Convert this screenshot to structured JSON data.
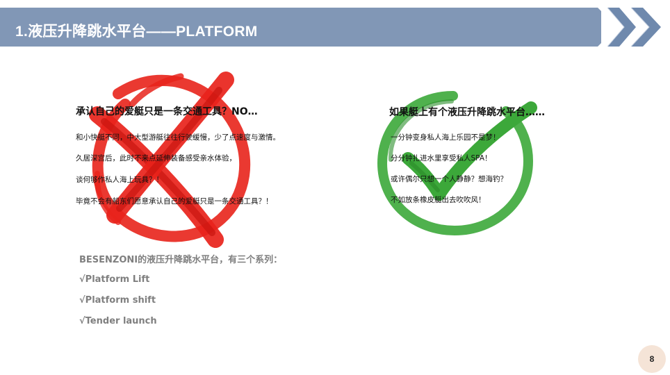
{
  "colors": {
    "header_bar": "#8197b6",
    "chevron": "#6f89ad",
    "cross": "#e8231b",
    "check": "#3ca83a",
    "series_text": "#7f7f7f",
    "page_badge": "#f5e4d7"
  },
  "header": {
    "title": "1.液压升降跳水平台——PLATFORM"
  },
  "left": {
    "heading": "承认自己的爱艇只是一条交通工具？NO…",
    "lines": [
      "和小快艇不同，中大型游艇往往行驶缓慢，少了点速度与激情。",
      "久居深宫后，此时不来点延伸装备感受亲水体验，",
      "谈何够作私人海上玩具？！",
      "毕竟不会有船东们愿意承认自己的爱艇只是一条交通工具？！"
    ]
  },
  "right": {
    "heading": "如果艇上有个液压升降跳水平台……",
    "lines": [
      "一分钟变身私人海上乐园不是梦！",
      "分分钟扎进水里享受私人SPA！",
      "或许偶尔只想一个人静静？想海钓？",
      "不如放条橡皮艇出去吹吹风！"
    ]
  },
  "series": {
    "intro": "BESENZONI的液压升降跳水平台，有三个系列：",
    "items": [
      "√Platform Lift",
      "√Platform shift",
      "√Tender launch"
    ]
  },
  "page_number": "8",
  "icons": {
    "chevrons": "double-chevron-right-icon",
    "cross": "red-cross-mark-icon",
    "check": "green-check-mark-icon"
  }
}
